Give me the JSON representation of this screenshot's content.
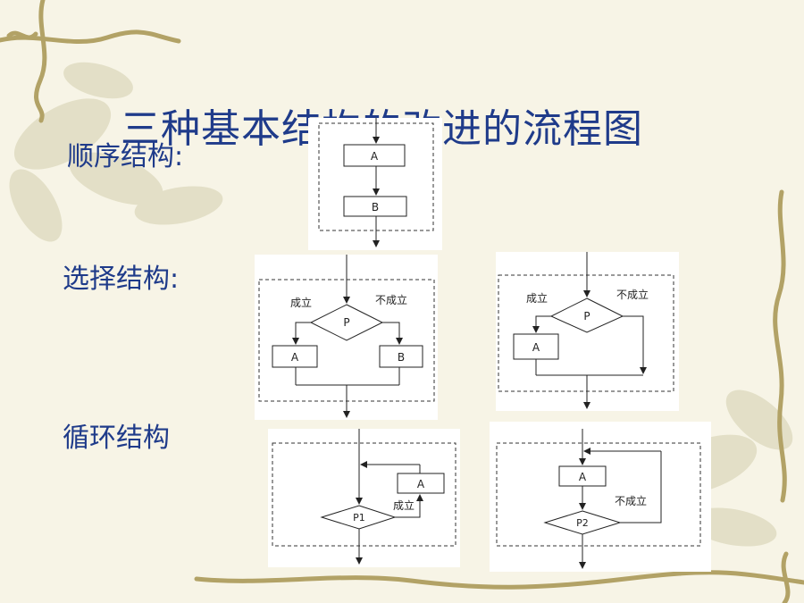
{
  "slide": {
    "title": "三种基本结构的改进的流程图",
    "labels": {
      "sequence": "顺序结构:",
      "selection": "选择结构:",
      "loop": "循环结构"
    }
  },
  "flowcharts": {
    "sequence": {
      "box_a": "A",
      "box_b": "B"
    },
    "selection_left": {
      "cond": "P",
      "yes": "成立",
      "no": "不成立",
      "box_a": "A",
      "box_b": "B"
    },
    "selection_right": {
      "cond": "P",
      "yes": "成立",
      "no": "不成立",
      "box_a": "A"
    },
    "loop_left": {
      "cond": "P1",
      "yes": "成立",
      "box_a": "A"
    },
    "loop_right": {
      "cond": "P2",
      "no": "不成立",
      "box_a": "A"
    }
  },
  "colors": {
    "title": "#1f3b8a",
    "background": "#f7f4e6",
    "vine": "#b2a266",
    "leaf": "#d7d4b5"
  }
}
